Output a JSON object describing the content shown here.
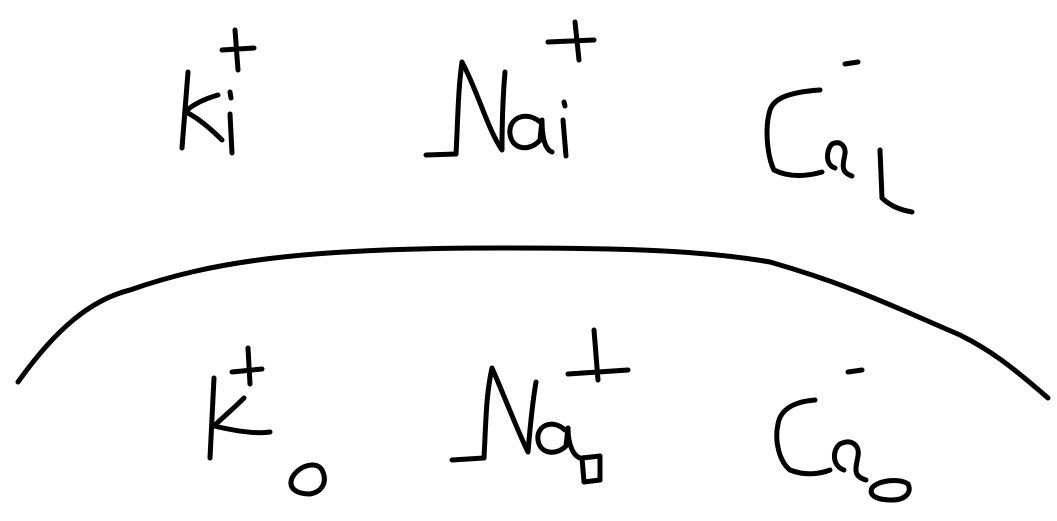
{
  "colors": {
    "ink": "#000000",
    "background": "#ffffff"
  },
  "inside": {
    "ions": [
      {
        "element": "K",
        "region": "i",
        "charge": "+"
      },
      {
        "element": "Na",
        "region": "i",
        "charge": "+"
      },
      {
        "element": "Cl",
        "region": "i",
        "charge": "−"
      }
    ]
  },
  "outside": {
    "ions": [
      {
        "element": "K",
        "region": "o",
        "charge": "+"
      },
      {
        "element": "Na",
        "region": "o",
        "charge": "+"
      },
      {
        "element": "Cl",
        "region": "o",
        "charge": "−"
      }
    ]
  }
}
